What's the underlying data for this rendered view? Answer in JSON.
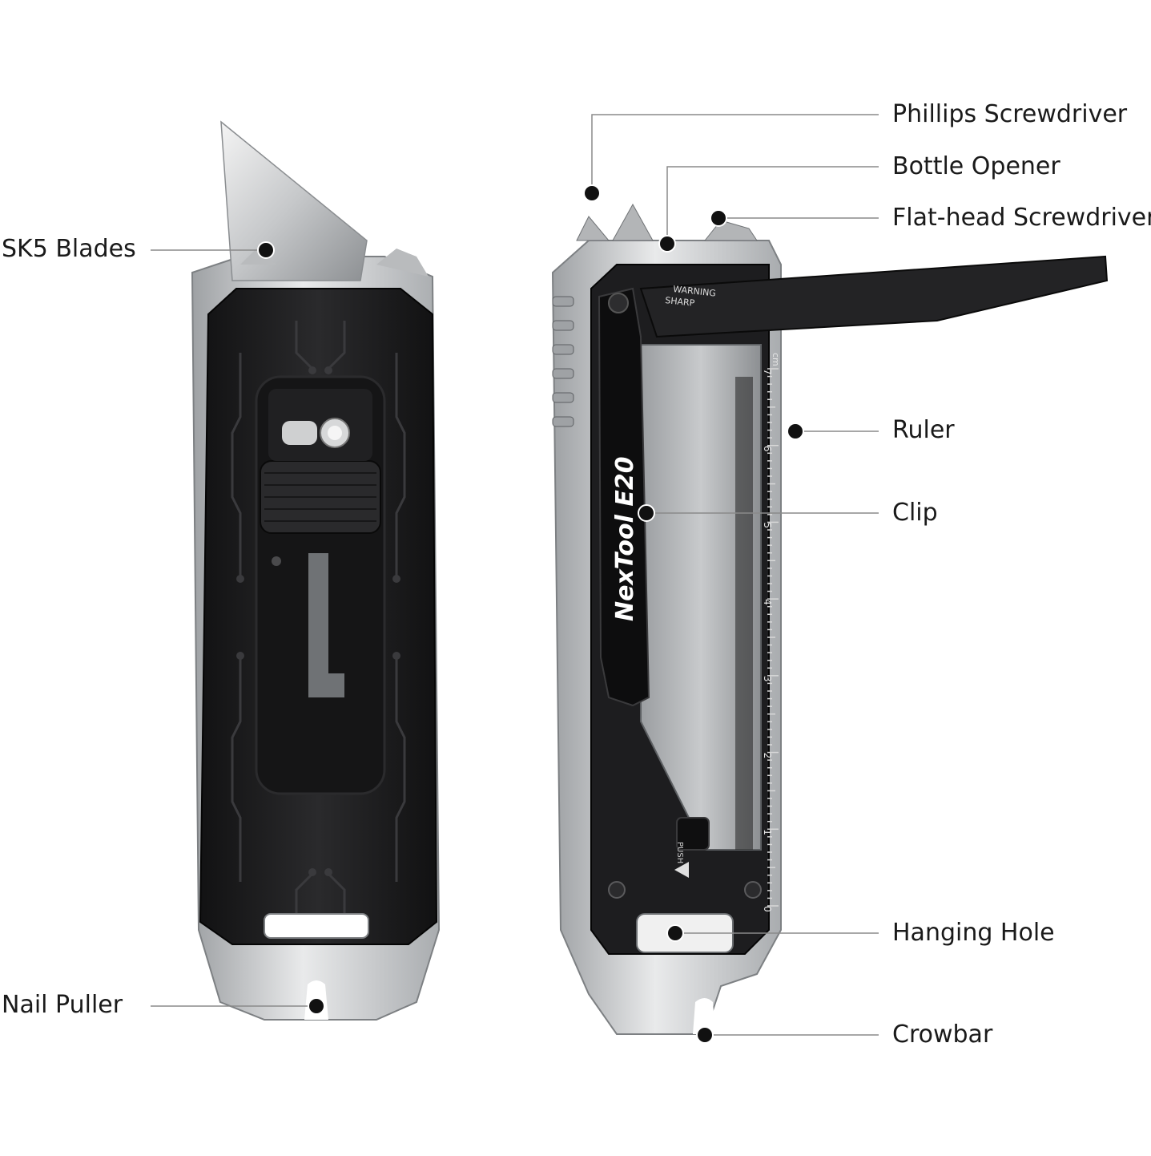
{
  "labels": {
    "sk5_blades": "SK5 Blades",
    "nail_puller": "Nail Puller",
    "phillips": "Phillips Screwdriver",
    "bottle_opener": "Bottle Opener",
    "flathead": "Flat-head Screwdriver",
    "ruler": "Ruler",
    "clip": "Clip",
    "hanging_hole": "Hanging Hole",
    "crowbar": "Crowbar"
  },
  "product": {
    "brand": "NexTool",
    "model": "E20",
    "warning_line1": "WARNING",
    "warning_line2": "SHARP",
    "push_text": "PUSH",
    "ruler_unit": "cm",
    "ruler_numbers": [
      "7",
      "6",
      "5",
      "4",
      "3",
      "2",
      "1",
      "0"
    ]
  },
  "colors": {
    "body_dark": "#1c1c1e",
    "steel": "#c9cbcd",
    "leader_line": "#8a8a8a",
    "dot": "#111111",
    "text": "#1a1a1a"
  }
}
